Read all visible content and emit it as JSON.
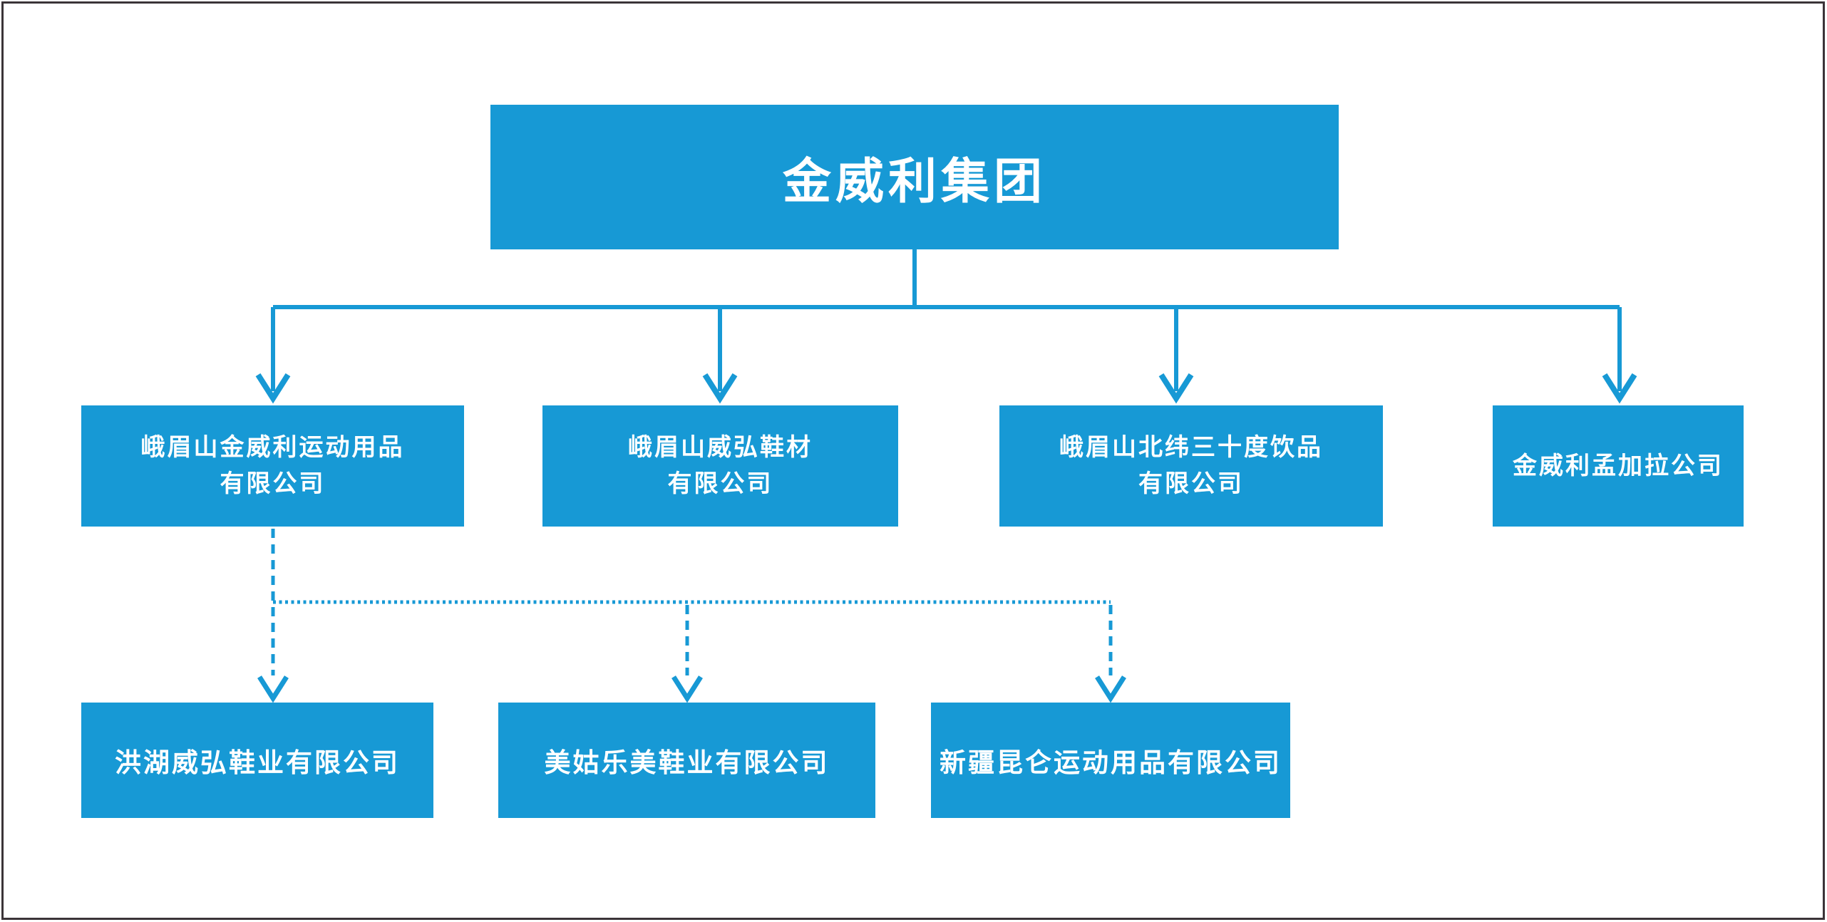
{
  "org": {
    "diagram_type": "org-chart",
    "root": {
      "label": "金威利集团"
    },
    "subsidiaries": [
      {
        "lines": [
          "峨眉山金威利运动用品",
          "有限公司"
        ]
      },
      {
        "lines": [
          "峨眉山威弘鞋材",
          "有限公司"
        ]
      },
      {
        "lines": [
          "峨眉山北纬三十度饮品",
          "有限公司"
        ]
      },
      {
        "lines": [
          "金威利孟加拉公司"
        ]
      }
    ],
    "sub_subsidiaries": [
      {
        "lines": [
          "洪湖威弘鞋业有限公司"
        ]
      },
      {
        "lines": [
          "美姑乐美鞋业有限公司"
        ]
      },
      {
        "lines": [
          "新疆昆仑运动用品有限公司"
        ]
      }
    ],
    "edges": [
      {
        "from": "金威利集团",
        "to": "峨眉山金威利运动用品有限公司",
        "style": "solid-arrow"
      },
      {
        "from": "金威利集团",
        "to": "峨眉山威弘鞋材有限公司",
        "style": "solid-arrow"
      },
      {
        "from": "金威利集团",
        "to": "峨眉山北纬三十度饮品有限公司",
        "style": "solid-arrow"
      },
      {
        "from": "金威利集团",
        "to": "金威利孟加拉公司",
        "style": "solid-arrow"
      },
      {
        "from": "峨眉山金威利运动用品有限公司",
        "to": "洪湖威弘鞋业有限公司",
        "style": "dashed-arrow"
      },
      {
        "from": "峨眉山金威利运动用品有限公司",
        "to": "美姑乐美鞋业有限公司",
        "style": "dashed-arrow"
      },
      {
        "from": "峨眉山金威利运动用品有限公司",
        "to": "新疆昆仑运动用品有限公司",
        "style": "dashed-arrow"
      }
    ]
  },
  "colors": {
    "node_fill": "#1799D5",
    "node_text": "#FFFFFF",
    "connector": "#1799D5",
    "frame_border": "#3B3438",
    "background": "#FFFFFF"
  }
}
